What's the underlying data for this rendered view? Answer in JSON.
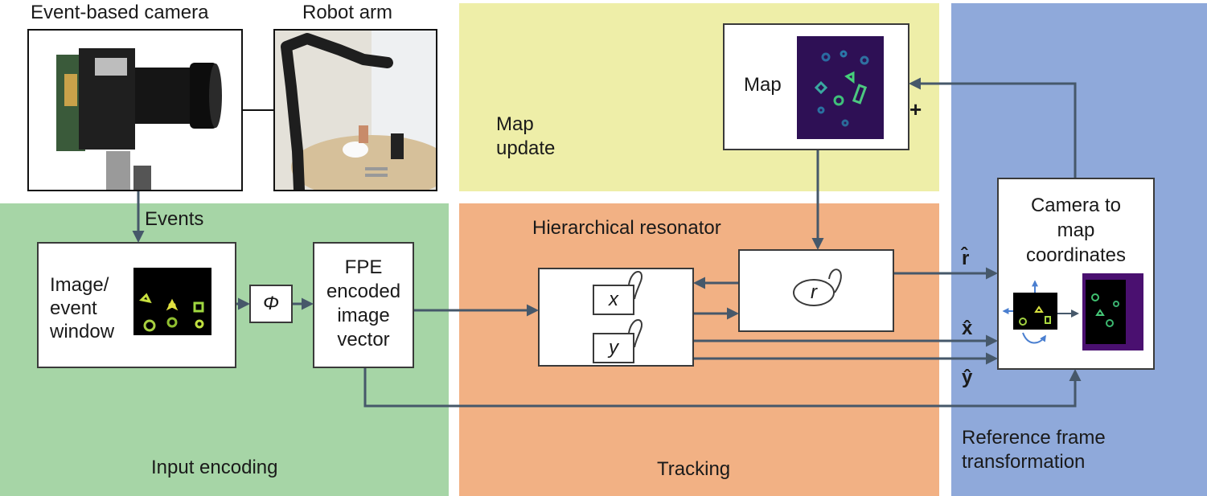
{
  "regions": {
    "map_update": "Map\nupdate",
    "input_encoding": "Input encoding",
    "tracking": "Tracking",
    "reference_frame": "Reference frame\ntransformation",
    "hierarchical_resonator": "Hierarchical resonator"
  },
  "photos": {
    "camera_title": "Event-based camera",
    "robot_title": "Robot arm"
  },
  "blocks": {
    "events": "Events",
    "image_window": "Image/\nevent\nwindow",
    "phi": "Φ",
    "fpe": "FPE\nencoded\nimage\nvector",
    "map": "Map",
    "x": "x",
    "y": "y",
    "r": "r",
    "camera_to_map": "Camera to\nmap\ncoordinates",
    "plus": "+",
    "r_hat": "r̂",
    "x_hat": "x̂",
    "y_hat": "ŷ"
  },
  "colors": {
    "map_update_bg": "#eeeea8",
    "input_encoding_bg": "#a6d5a6",
    "tracking_bg": "#f2b184",
    "reference_bg": "#8fa9da",
    "arrow": "#46586a"
  }
}
